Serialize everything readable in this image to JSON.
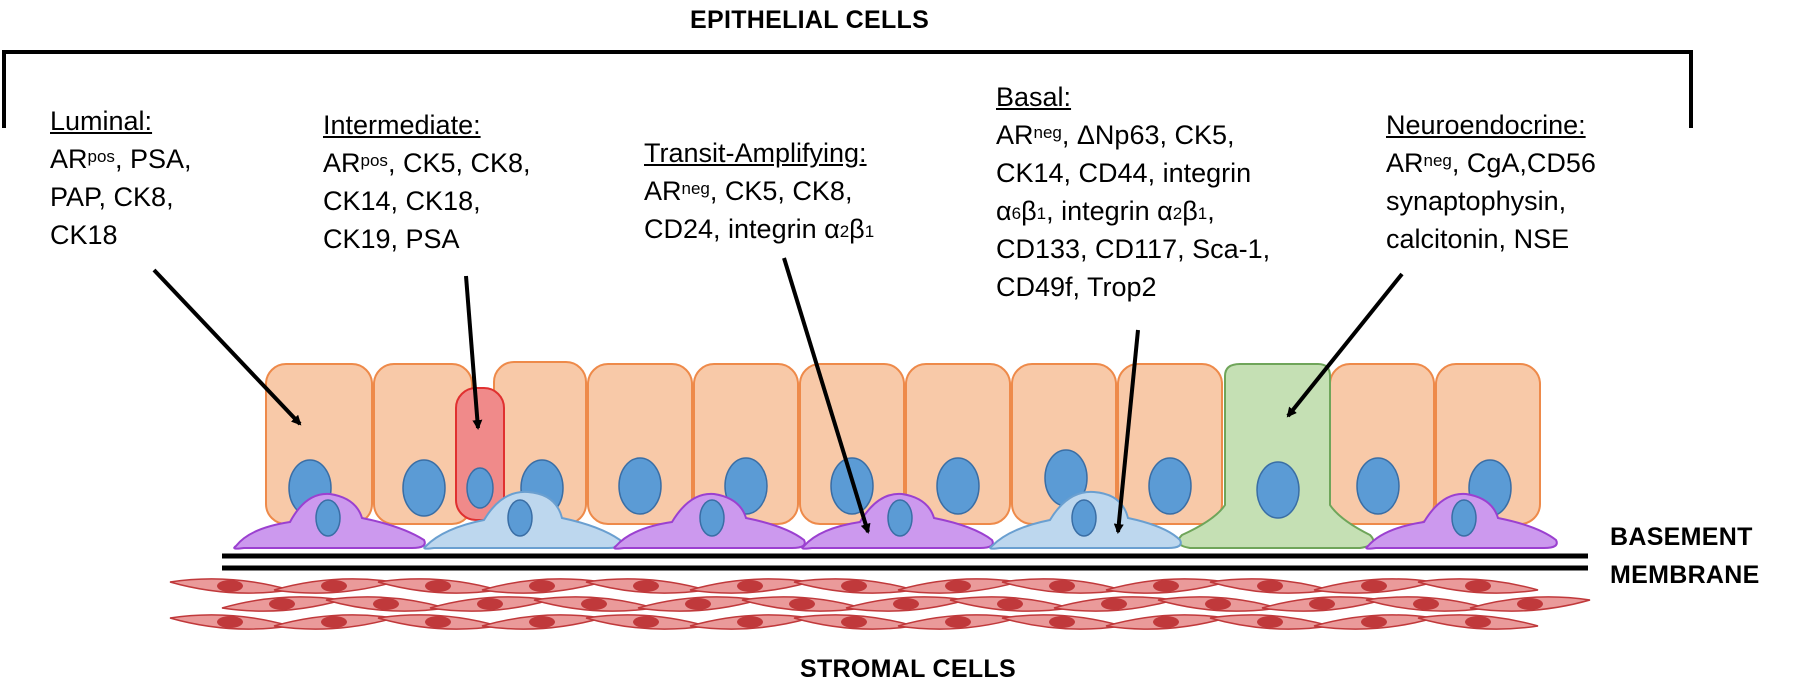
{
  "headings": {
    "top": "EPITHELIAL CELLS",
    "bottom": "STROMAL CELLS",
    "basement_line1": "BASEMENT",
    "basement_line2": "MEMBRANE"
  },
  "cell_types": {
    "luminal": {
      "title": "Luminal:",
      "l1a": "AR",
      "l1sup": "pos",
      "l1b": ", PSA,",
      "l2": "PAP, CK8,",
      "l3": "CK18"
    },
    "intermediate": {
      "title": "Intermediate:",
      "l1a": "AR",
      "l1sup": "pos",
      "l1b": ", CK5, CK8,",
      "l2": "CK14, CK18,",
      "l3": "CK19, PSA"
    },
    "transit": {
      "title": "Transit-Amplifying:",
      "l1a": "AR",
      "l1sup": "neg",
      "l1b": ", CK5, CK8,",
      "l2a": "CD24, integrin α",
      "l2sub1": "2",
      "l2b": "β",
      "l2sub2": "1"
    },
    "basal": {
      "title": "Basal:",
      "l1a": "AR",
      "l1sup": "neg",
      "l1b": ", ΔNp63, CK5,",
      "l2": "CK14, CD44, integrin",
      "l3a": "α",
      "l3sub1": "6",
      "l3b": "β",
      "l3sub2": "1",
      "l3c": ", integrin α",
      "l3sub3": "2",
      "l3d": "β",
      "l3sub4": "1",
      "l3e": ",",
      "l4": "CD133, CD117, Sca-1,",
      "l5": "CD49f, Trop2"
    },
    "neuro": {
      "title": "Neuroendocrine:",
      "l1a": "AR",
      "l1sup": "neg",
      "l1b": ", CgA,CD56",
      "l2": "synaptophysin,",
      "l3": "calcitonin, NSE"
    }
  },
  "colors": {
    "luminal_fill": "#f8c9a8",
    "luminal_stroke": "#ee8a4a",
    "intermediate_fill": "#f08a8a",
    "intermediate_stroke": "#e03030",
    "neuro_fill": "#c5e0b4",
    "neuro_stroke": "#6fa55a",
    "nucleus": "#5b9bd5",
    "nucleus_stroke": "#3a6ea5",
    "basal_purple_fill": "#cc99ee",
    "basal_purple_stroke": "#9b40d0",
    "basal_blue_fill": "#bdd7ee",
    "basal_blue_stroke": "#6a9fd0",
    "stroma_fill": "#ea9a9a",
    "stroma_stroke": "#c0393b",
    "stroma_nucleus": "#c0393b"
  }
}
